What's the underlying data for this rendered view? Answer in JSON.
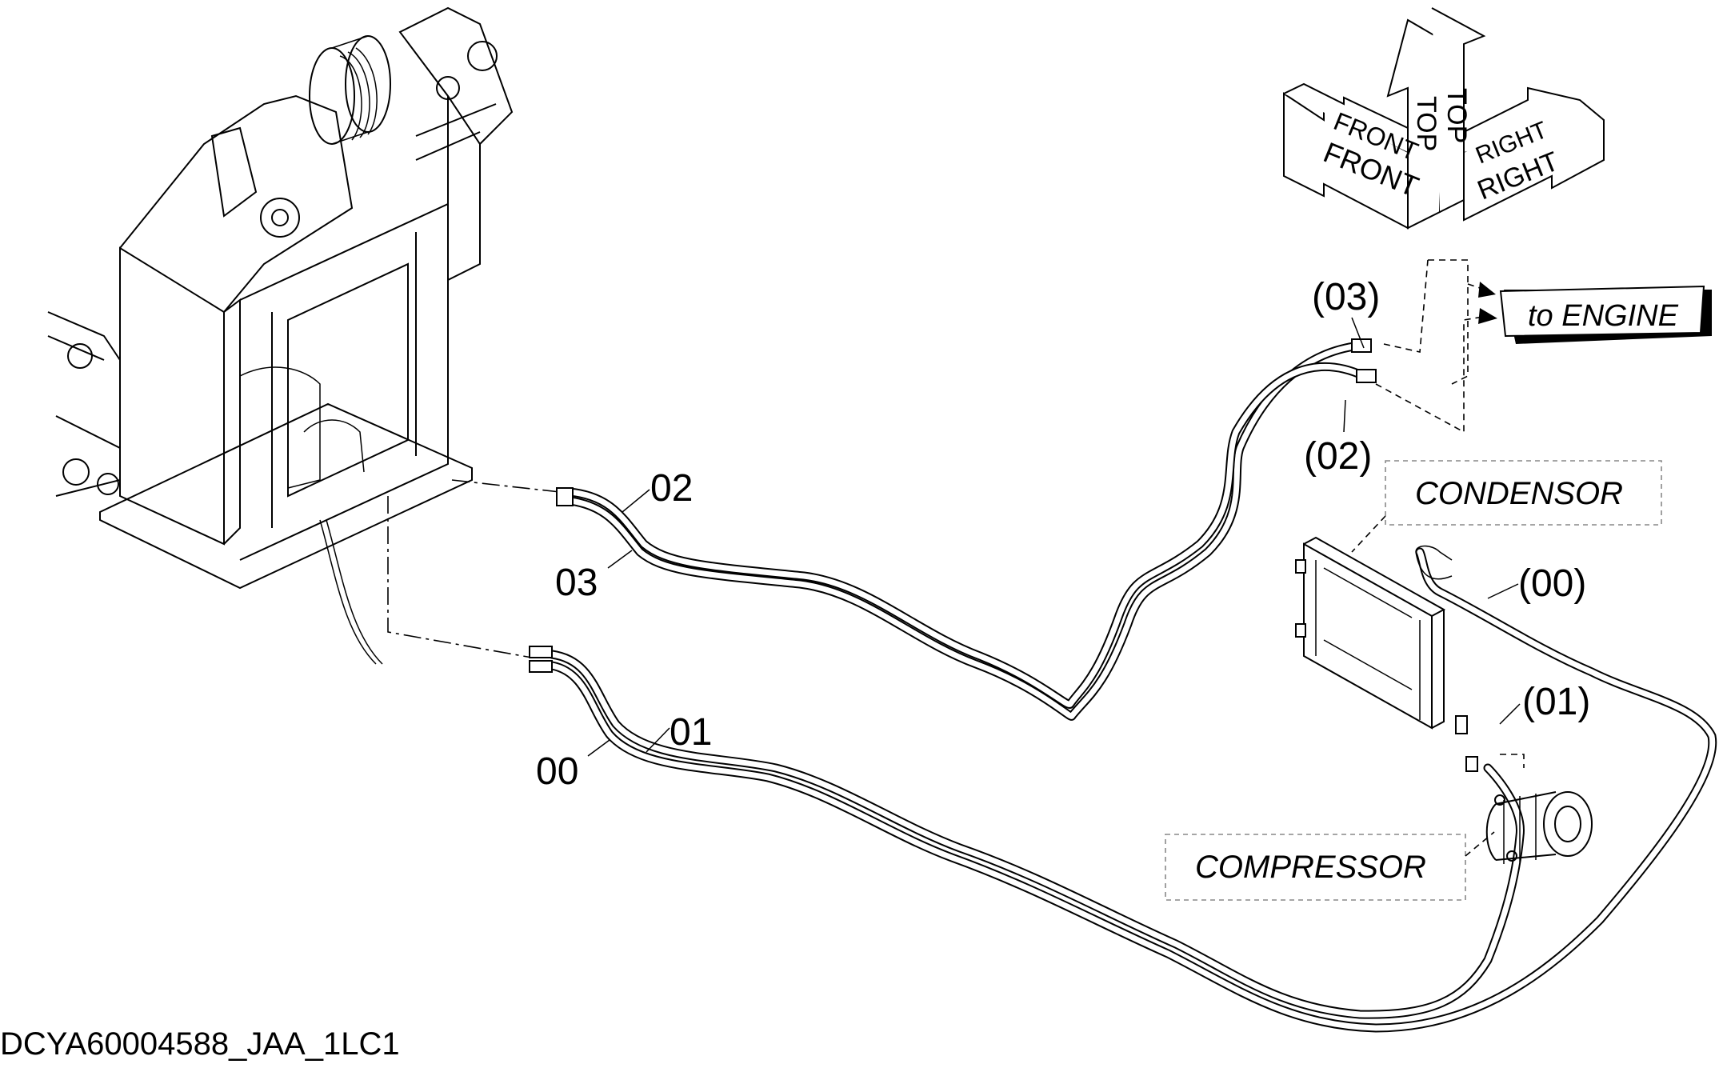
{
  "orientation": {
    "front_label": "FRONT",
    "top_label": "TOP",
    "right_label": "RIGHT"
  },
  "callouts": {
    "to_engine": "to ENGINE",
    "condensor": "CONDENSOR",
    "compressor": "COMPRESSOR"
  },
  "hose_labels": {
    "h03_paren": "(03)",
    "h02_paren": "(02)",
    "h00_paren": "(00)",
    "h01_paren": "(01)",
    "h02": "02",
    "h03": "03",
    "h01": "01",
    "h00": "00"
  },
  "drawing_id": "DCYA60004588_JAA_1LC1"
}
